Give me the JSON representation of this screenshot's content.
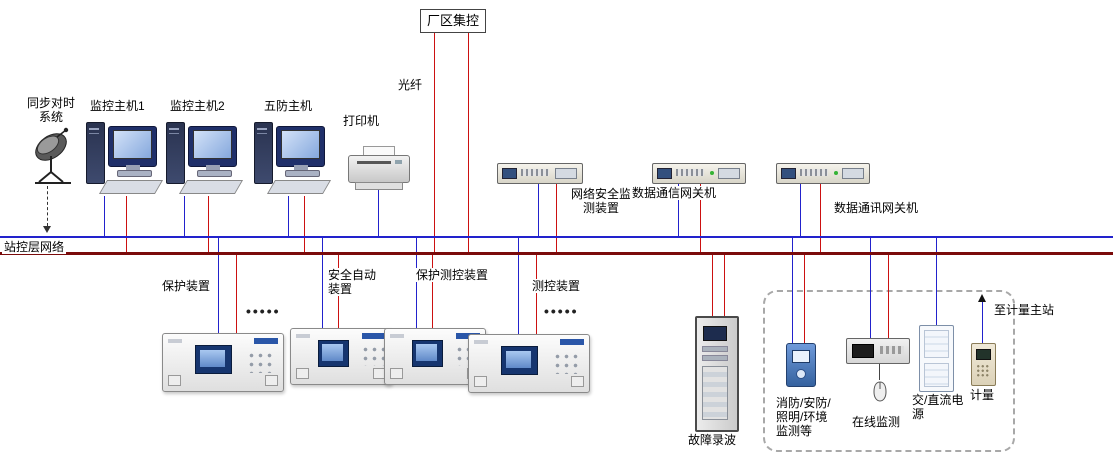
{
  "diagram": {
    "plant_control": {
      "label": "厂区集控"
    },
    "fiber_label": "光纤",
    "bus_label": "站控层网络",
    "to_metering_label": "至计量主站",
    "dots": "•••••",
    "station_devices": {
      "sync": {
        "label": "同步对时系统"
      },
      "host1": {
        "label": "监控主机1"
      },
      "host2": {
        "label": "监控主机2"
      },
      "wufang": {
        "label": "五防主机"
      },
      "printer": {
        "label": "打印机"
      },
      "netsec": {
        "label": "网络安全监测装置"
      },
      "gateway1": {
        "label": "数据通信网关机"
      },
      "gateway2": {
        "label": "数据通讯网关机"
      }
    },
    "bay_devices": {
      "protection": {
        "label": "保护装置"
      },
      "safety_auto": {
        "label": "安全自动装置"
      },
      "prot_ctrl": {
        "label": "保护测控装置"
      },
      "ctrl": {
        "label": "测控装置"
      },
      "fault_recorder": {
        "label": "故障录波"
      }
    },
    "aux_devices": {
      "fire_env": {
        "label": "消防/安防/照明/环境监测等"
      },
      "online_monitor": {
        "label": "在线监测"
      },
      "power_supply": {
        "label": "交/直流电源"
      },
      "metering": {
        "label": "计量"
      }
    },
    "colors": {
      "bus_a": "#2222cc",
      "bus_b": "#7a0a0a",
      "line_blue": "#2222cc",
      "line_red": "#cc1111"
    }
  }
}
